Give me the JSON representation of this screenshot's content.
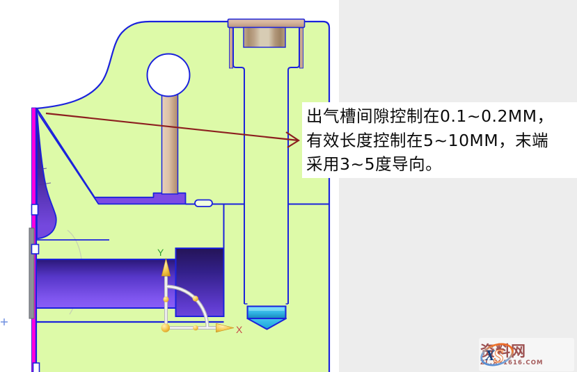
{
  "annotation": {
    "lines": [
      "出气槽间隙控制在0.1~0.2MM，",
      "有效长度控制在5~10MM，末端",
      "采用3~5度导向。"
    ]
  },
  "triad": {
    "x_label": "X",
    "y_label": "Y"
  },
  "watermark": {
    "logo": "XS",
    "site_name": "资料网",
    "site_url": "ZL.XS1616.COM"
  },
  "colors": {
    "body_green": "#DDFAA8",
    "outline_blue": "#1B22DC",
    "purple_bright": "#7C4BE4",
    "purple_dark": "#2A1878",
    "magenta_strip": "#FF00DE",
    "tan_pin": "#D8BBA2",
    "cyan_tip": "#2FB3E4",
    "arrow_red": "#8C1F1F",
    "triad_gold": "#F2C245",
    "background_gray": "#EDEDED"
  }
}
